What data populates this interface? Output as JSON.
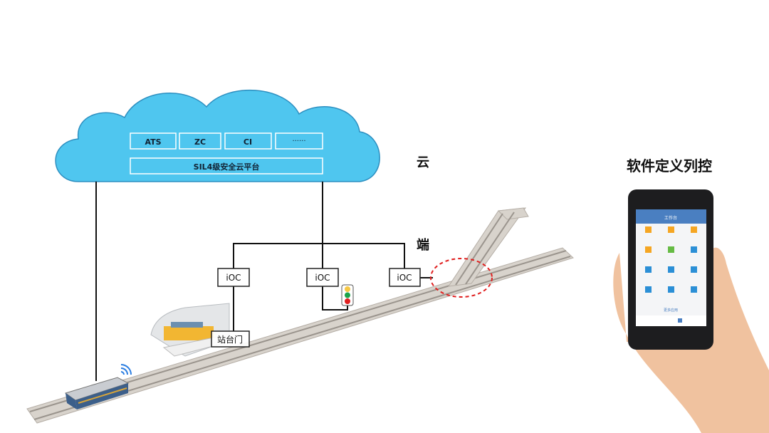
{
  "cloud": {
    "modules": [
      "ATS",
      "ZC",
      "CI",
      "······"
    ],
    "platform": "SIL4级安全云平台",
    "color": "#4fc6ef"
  },
  "layers": {
    "cloud": "云",
    "edge": "端"
  },
  "ioc_label": "iOC",
  "platform_door": "站台门",
  "phone": {
    "title": "软件定义列控",
    "screen_title": "工作台",
    "more_apps": "更多应用",
    "header_color": "#4a7fc1"
  },
  "signal_colors": [
    "#f6c744",
    "#1aa34a",
    "#e02020"
  ],
  "highlight_color": "#e02020"
}
